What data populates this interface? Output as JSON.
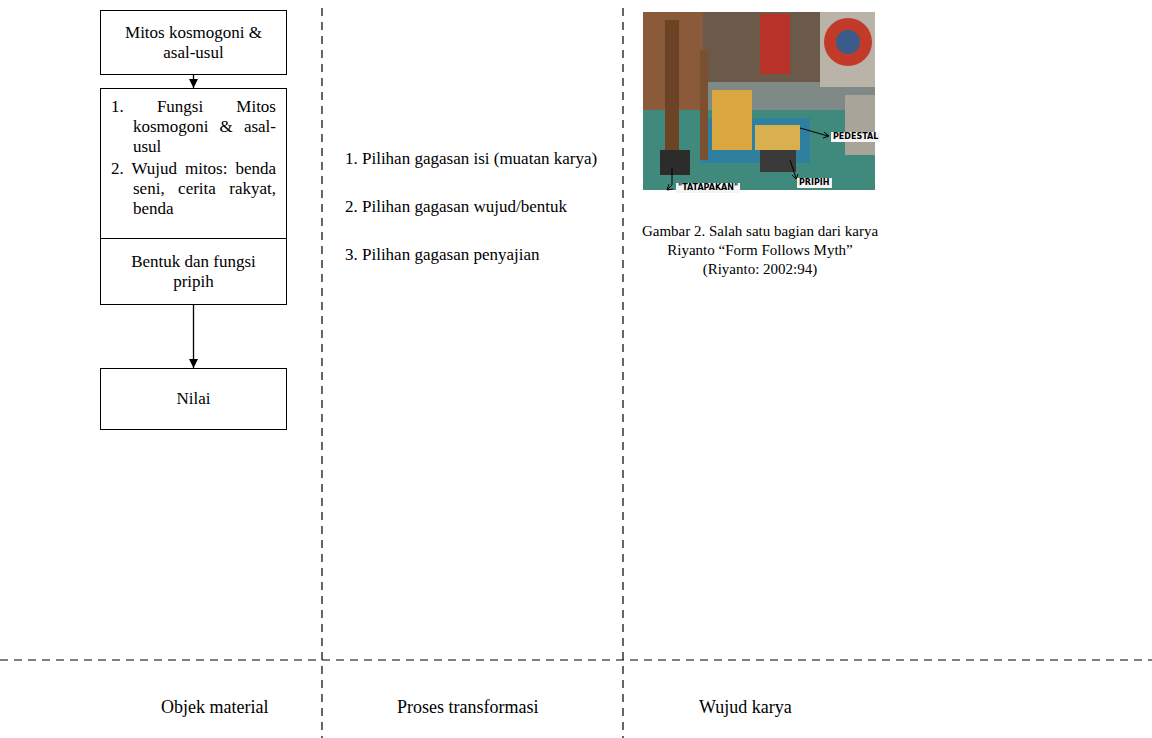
{
  "diagram": {
    "caption": "Gambar 2. Salah satu bagian dari karya Riyanto “Form Follows Myth” (Riyanto: 2002:94)",
    "nodes": [
      {
        "text": [
          "Mitos kosmogoni & asal-usul"
        ]
      },
      {
        "text": [
          "1. Fungsi Mitos kosmogoni & asal-usul",
          "2. Wujud mitos: benda seni, cerita rakyat, benda"
        ]
      },
      {
        "text": [
          "Bentuk dan fungsi pripih"
        ]
      },
      {
        "text": [
          "Nilai"
        ]
      }
    ],
    "edges": [
      {
        "from": 0,
        "to": 1,
        "arrow": "to"
      },
      {
        "from": 2,
        "to": 3,
        "arrow": "to"
      }
    ],
    "labels": [
      "1. Pilihan gagasan isi (muatan karya)",
      "2. Pilihan gagasan wujud/bentuk",
      "3. Pilihan gagasan penyajian",
      "PEDESTAL",
      "\"TATAPAKAN\"",
      "PRIPIH",
      "Objek material",
      "Proses transformasi",
      "Wujud karya"
    ]
  }
}
